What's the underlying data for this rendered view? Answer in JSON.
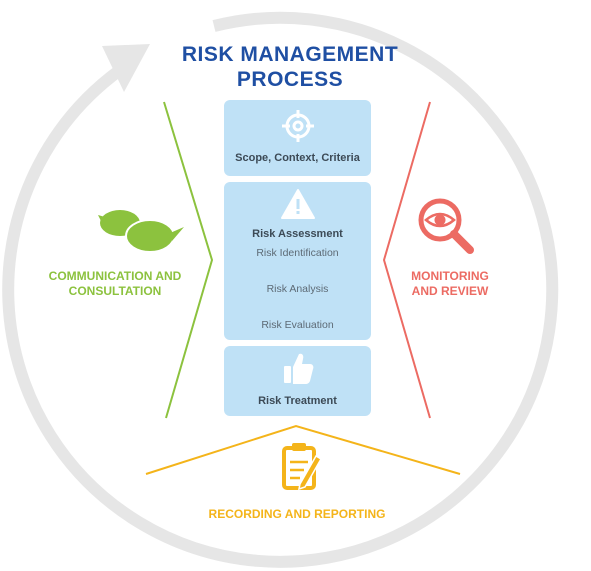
{
  "title_line1": "RISK MANAGEMENT",
  "title_line2": "PROCESS",
  "stages": {
    "scope": "Scope, Context, Criteria",
    "assessment": "Risk Assessment",
    "identification": "Risk Identification",
    "analysis": "Risk Analysis",
    "evaluation": "Risk Evaluation",
    "treatment": "Risk Treatment"
  },
  "communication": {
    "line1": "COMMUNICATION AND",
    "line2": "CONSULTATION"
  },
  "monitoring": {
    "line1": "MONITORING",
    "line2": "AND REVIEW"
  },
  "recording": "RECORDING AND REPORTING",
  "icons": {
    "scope": "target-icon",
    "assessment": "warning-icon",
    "treatment": "thumbs-up-icon",
    "communication": "speech-bubbles-icon",
    "monitoring": "magnifier-eye-icon",
    "recording": "document-pencil-icon"
  },
  "colors": {
    "title": "#1f4fa3",
    "box": "#bfe1f6",
    "communication": "#8cc23e",
    "monitoring": "#ec6b63",
    "recording": "#f4b41a",
    "ring": "#e6e6e6"
  }
}
